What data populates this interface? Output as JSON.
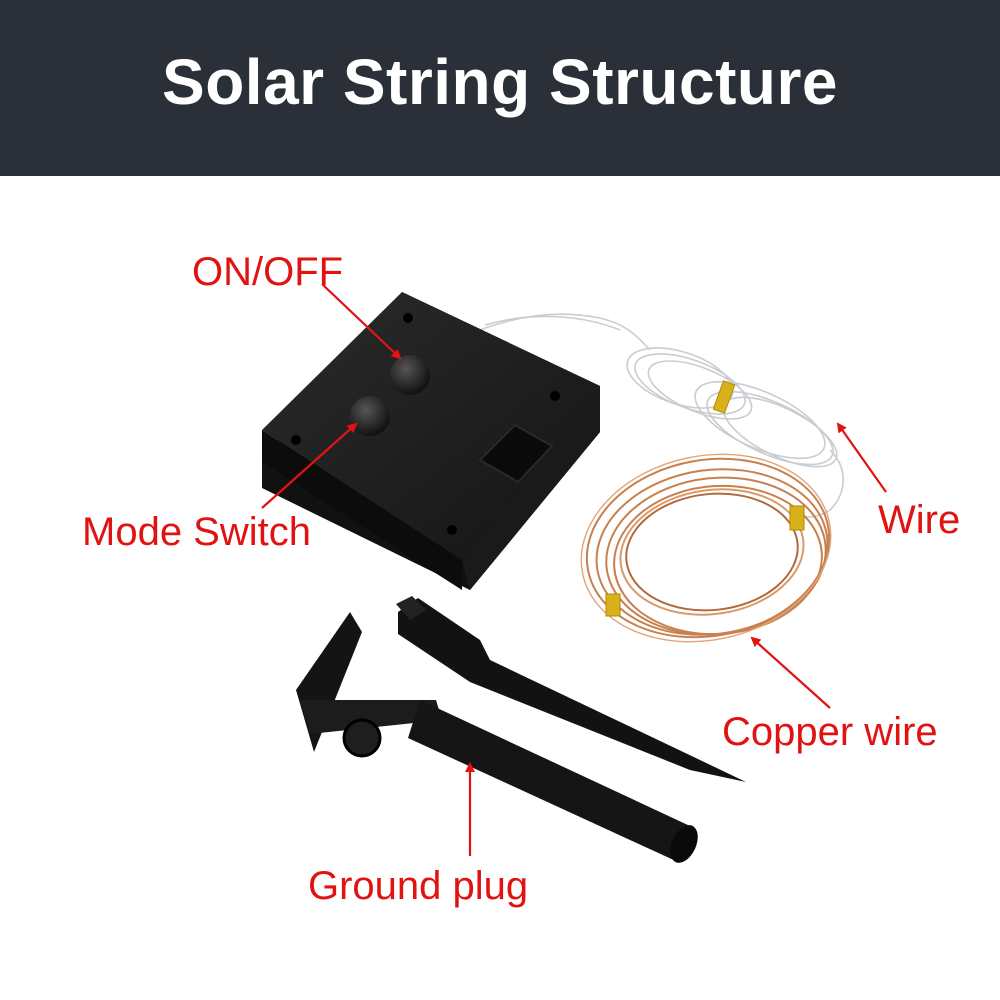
{
  "title": "Solar String Structure",
  "labels": {
    "on_off": "ON/OFF",
    "mode_switch": "Mode Switch",
    "wire": "Wire",
    "copper_wire": "Copper wire",
    "ground_plug": "Ground plug"
  },
  "colors": {
    "header_bg": "#2a2f38",
    "title_text": "#ffffff",
    "label_text": "#e11212",
    "arrow": "#e11212",
    "copper": "#c8804e"
  }
}
